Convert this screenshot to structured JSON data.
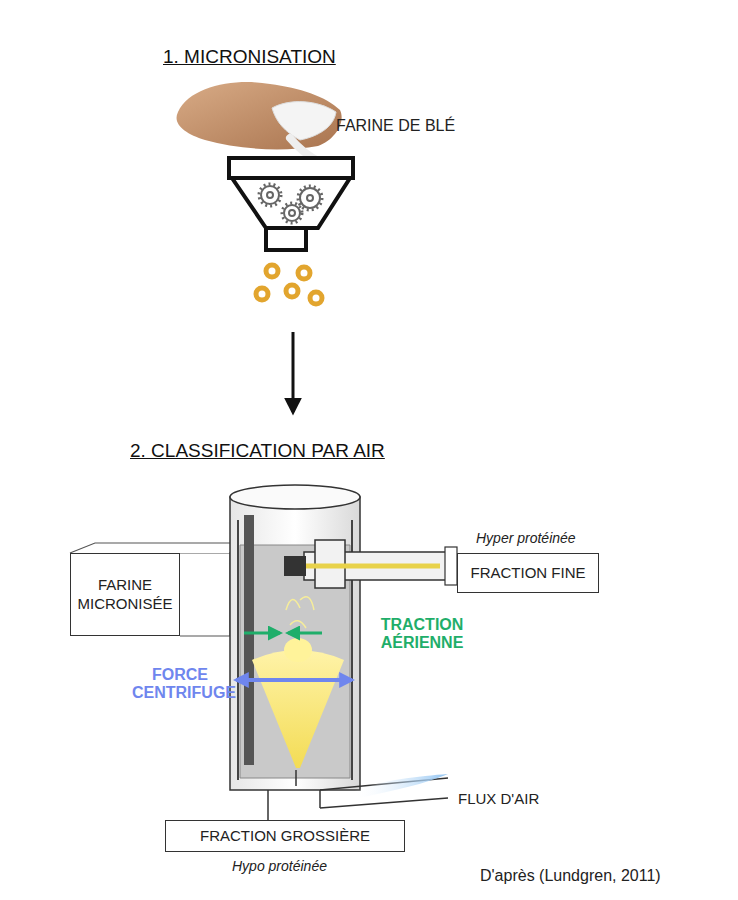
{
  "diagram": {
    "nodes": [
      {
        "text": [
          "FARINE MICRONISÉE"
        ]
      },
      {
        "text": [
          "FRACTION FINE"
        ]
      },
      {
        "text": [
          "FRACTION GROSSIÈRE"
        ]
      }
    ],
    "labels": [
      "1. MICRONISATION",
      "FARINE DE BLÉ",
      "2. CLASSIFICATION PAR AIR",
      "Hyper protéinée",
      "TRACTION AÉRIENNE",
      "FORCE CENTRIFUGE",
      "FLUX D'AIR",
      "Hypo protéinée",
      "D'après (Lundgren, 2011)"
    ]
  }
}
